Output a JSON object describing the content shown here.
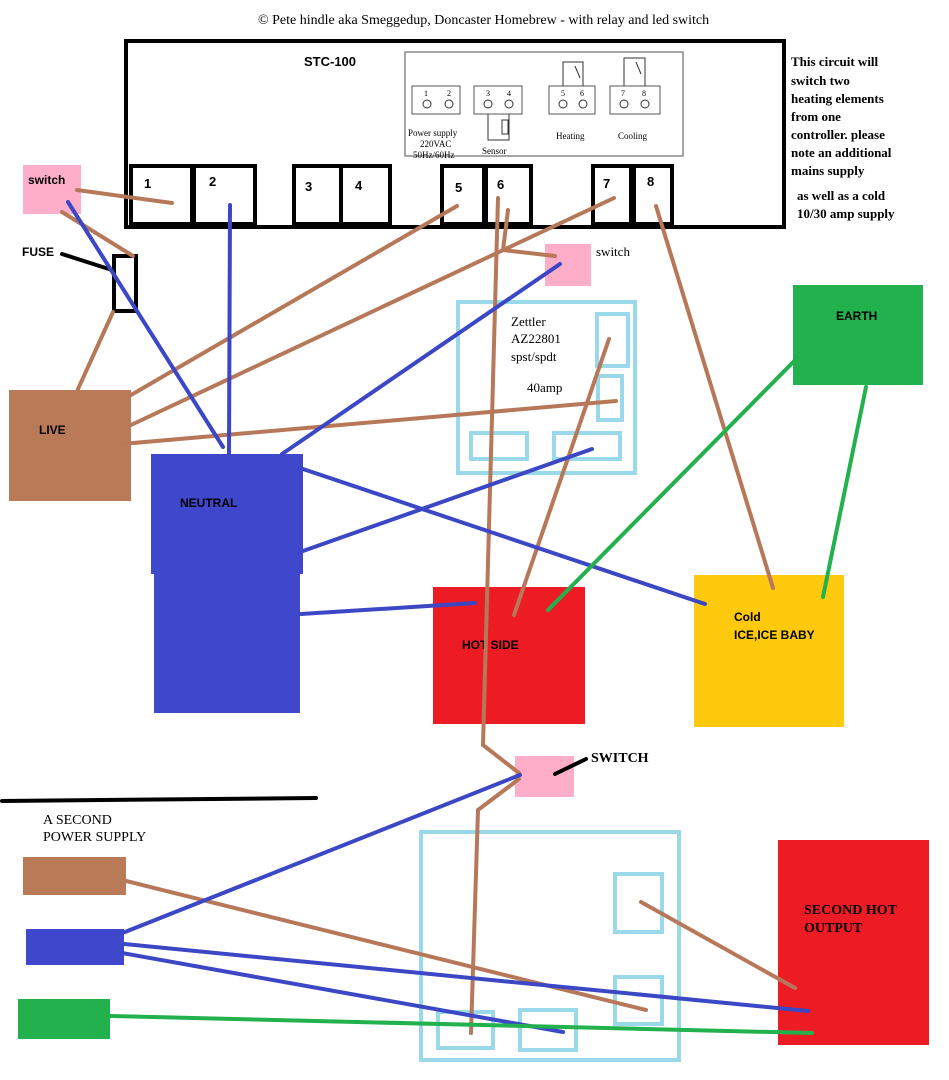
{
  "header": {
    "credit": "© Pete hindle aka Smeggedup, Doncaster Homebrew - with relay and led switch"
  },
  "controller": {
    "name": "STC-100",
    "terminals": [
      "1",
      "2",
      "3",
      "4",
      "5",
      "6",
      "7",
      "8"
    ],
    "label_terminals": [
      "1",
      "2",
      "3",
      "4",
      "5",
      "6",
      "7",
      "8"
    ],
    "label_power": "Power supply",
    "label_voltage": "220VAC",
    "label_freq": "50Hz/60Hz",
    "label_sensor": "Sensor",
    "label_heating": "Heating",
    "label_cooling": "Cooling"
  },
  "notes": {
    "line1": "This circuit will",
    "line2": "switch two",
    "line3": "heating elements",
    "line4": "from one",
    "line5": "controller. please",
    "line6": "note an additional",
    "line7": "mains supply",
    "line8": "as well as a cold",
    "line9": "10/30 amp supply"
  },
  "labels": {
    "switch_top_left": "switch",
    "fuse": "FUSE",
    "switch_middle": "switch",
    "switch_bottom": "SWITCH",
    "live": "LIVE",
    "neutral": "NEUTRAL",
    "earth": "EARTH",
    "hot_side": "HOT SIDE",
    "cold_line1": "Cold",
    "cold_line2": "ICE,ICE BABY",
    "second_supply_line1": "A SECOND",
    "second_supply_line2": "POWER SUPPLY",
    "second_hot_line1": "SECOND HOT",
    "second_hot_line2": "OUTPUT"
  },
  "relay": {
    "model_line1": "Zettler",
    "model_line2": "AZ22801",
    "model_line3": "spst/spdt",
    "rating": "40amp"
  },
  "colors": {
    "live": "#b97a57",
    "neutral": "#3f48cc",
    "earth": "#22b14c",
    "hot": "#ed1c24",
    "cold": "#ffc90e",
    "switch": "#ffaec9",
    "relay_outline": "#99d9ea"
  }
}
